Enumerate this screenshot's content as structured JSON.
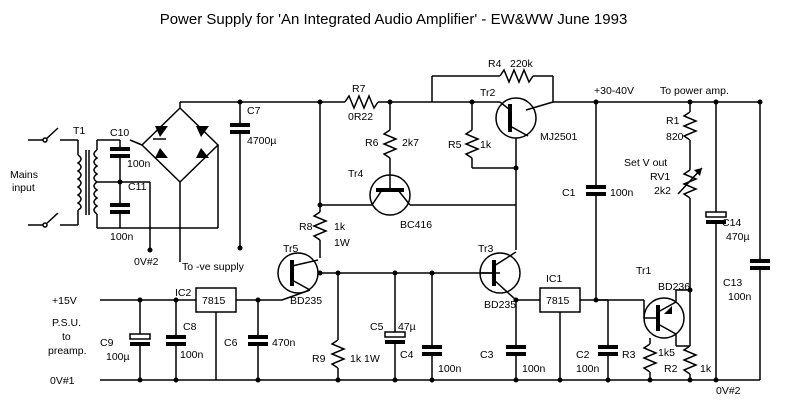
{
  "title": "Power Supply for 'An Integrated Audio Amplifier' - EW&WW June 1993",
  "labels": {
    "mains_input": [
      "Mains",
      "input"
    ],
    "t1": "T1",
    "c10": "C10",
    "c10_val": "100n",
    "c11": "C11",
    "c11_val": "100n",
    "c7": "C7",
    "c7_val": "4700µ",
    "ov2_left": "0V#2",
    "to_neg_supply": "To -ve supply",
    "r7": "R7",
    "r7_val": "0R22",
    "r4": "R4",
    "r4_val": "220k",
    "r6": "R6",
    "r6_val": "2k7",
    "r5": "R5",
    "r5_val": "1k",
    "tr2": "Tr2",
    "tr2_part": "MJ2501",
    "tr4": "Tr4",
    "tr4_part": "BC416",
    "r8": "R8",
    "r8_val": "1k",
    "r8_watt": "1W",
    "tr5": "Tr5",
    "tr5_part": "BD235",
    "tr3": "Tr3",
    "tr3_part": "BD235",
    "supply_voltage": "+30-40V",
    "to_power_amp": "To power amp.",
    "r1": "R1",
    "r1_val": "820",
    "set_v_out": "Set V out",
    "rv1": "RV1",
    "rv1_val": "2k2",
    "c14": "C14",
    "c14_val": "470µ",
    "c13": "C13",
    "c13_val": "100n",
    "c1": "C1",
    "c1_val": "100n",
    "ic1": "IC1",
    "ic1_part": "7815",
    "ic2": "IC2",
    "ic2_part": "7815",
    "tr1": "Tr1",
    "tr1_part": "BD236",
    "plus15v": "+15V",
    "psu_to_preamp": [
      "P.S.U.",
      "to",
      "preamp."
    ],
    "c9": "C9",
    "c9_val": "100µ",
    "c8": "C8",
    "c8_val": "100n",
    "c6": "C6",
    "c6_val": "470n",
    "r9": "R9",
    "r9_val": "1k 1W",
    "c5": "C5",
    "c5_val": "47µ",
    "c4": "C4",
    "c4_val": "100n",
    "c3": "C3",
    "c3_val": "100n",
    "c2": "C2",
    "c2_val": "100n",
    "r3": "R3",
    "r3_val": "1k5",
    "r2": "R2",
    "r2_val": "1k",
    "ov1": "0V#1",
    "ov2_bottom": "0V#2"
  }
}
